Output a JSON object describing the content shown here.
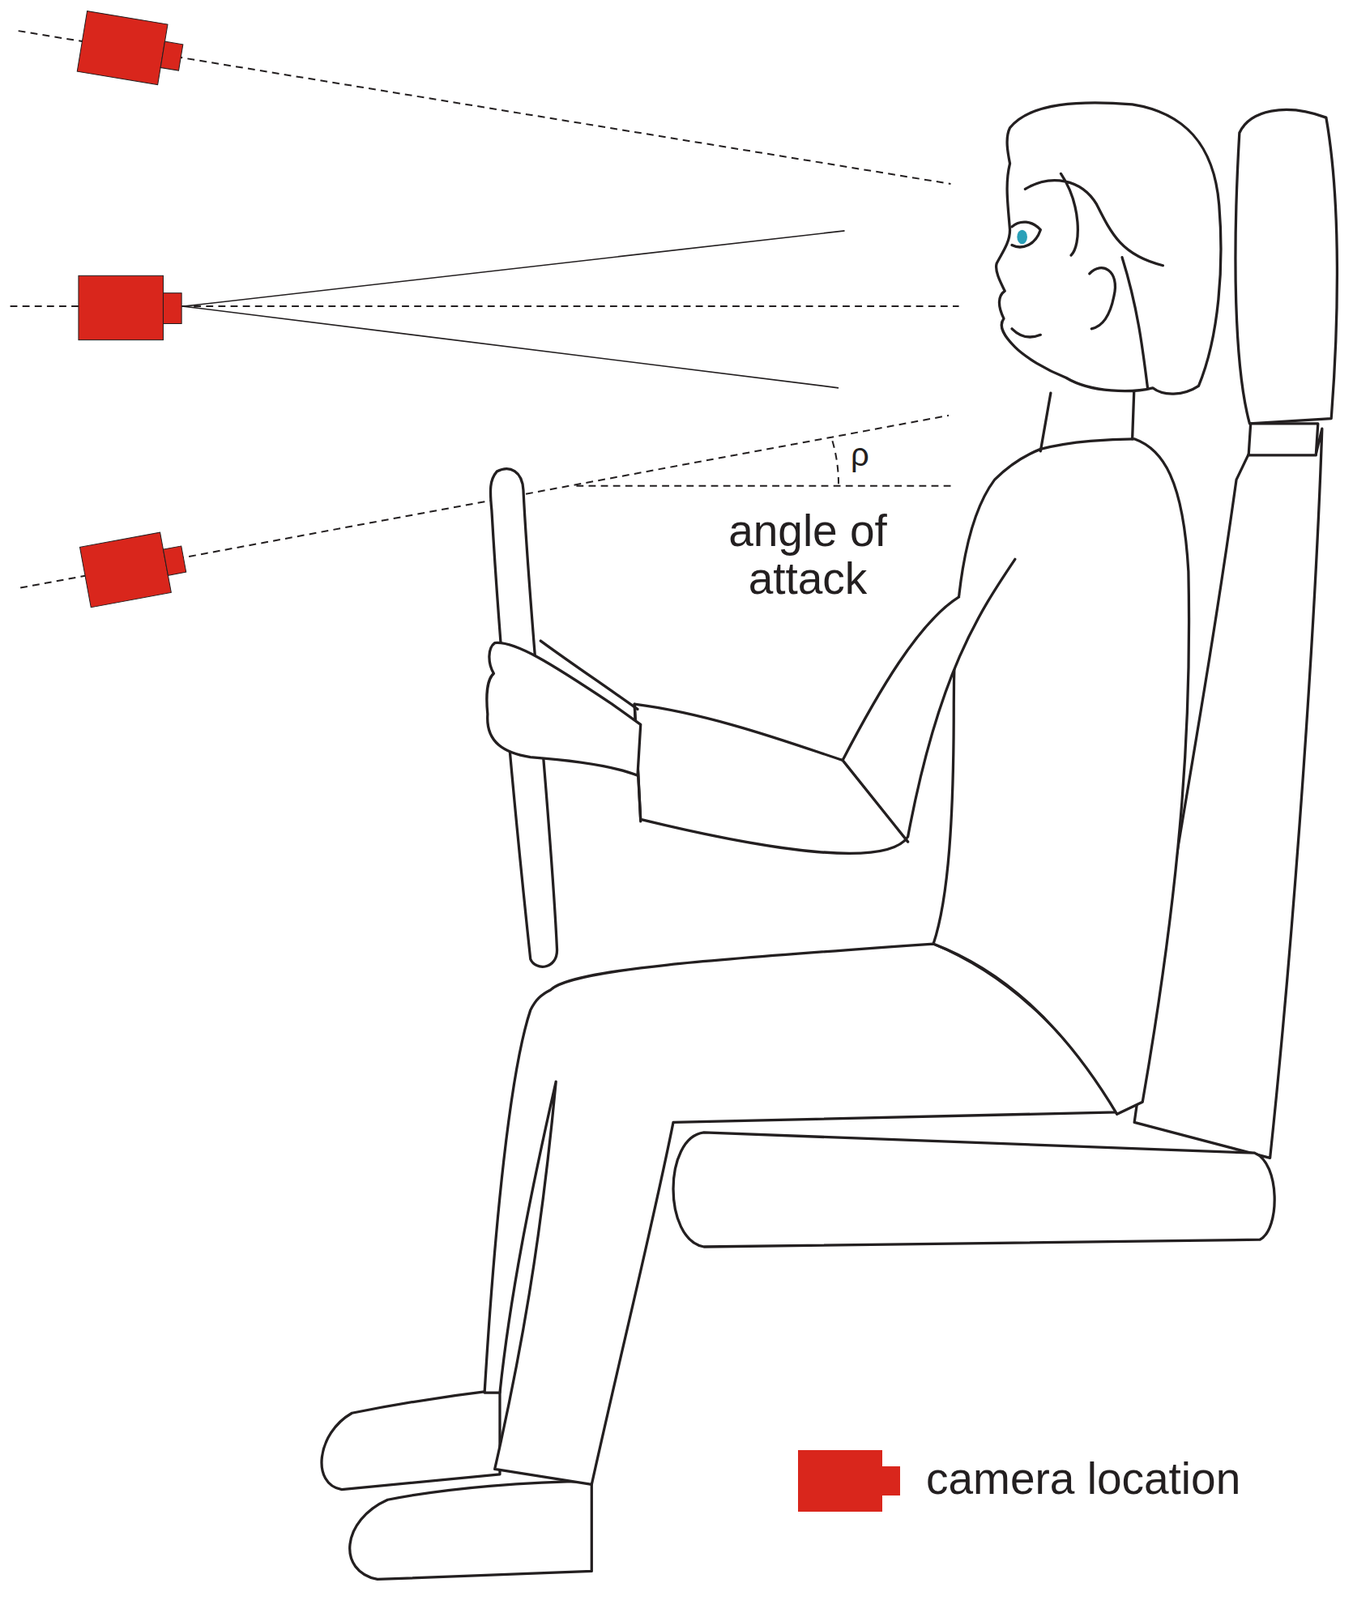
{
  "diagram": {
    "labels": [
      "ρ",
      "angle of attack"
    ],
    "legend": [
      {
        "text": "camera location",
        "color": "#d9261c"
      }
    ]
  }
}
